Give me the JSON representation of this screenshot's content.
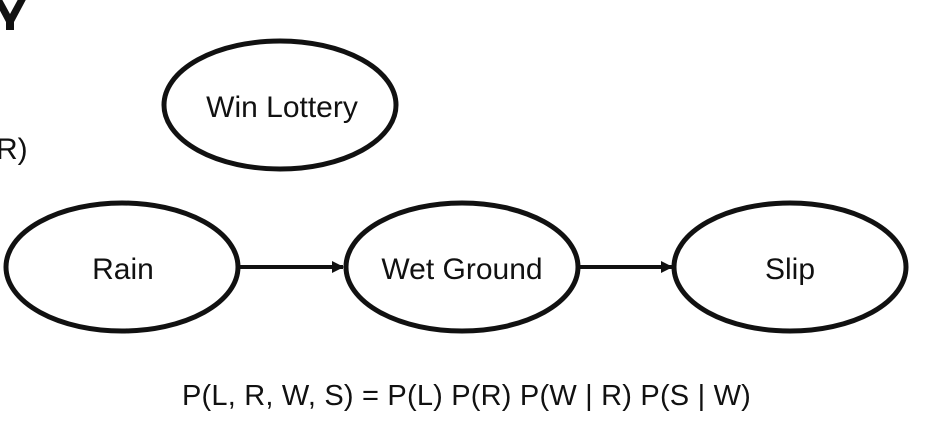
{
  "diagram": {
    "nodes": [
      {
        "id": "L",
        "label": "Win Lottery"
      },
      {
        "id": "R",
        "label": "Rain"
      },
      {
        "id": "W",
        "label": "Wet Ground"
      },
      {
        "id": "S",
        "label": "Slip"
      }
    ],
    "edges": [
      {
        "from": "R",
        "to": "W"
      },
      {
        "from": "W",
        "to": "S"
      }
    ],
    "formula": "P(L, R, W, S) = P(L) P(R) P(W | R) P(S | W)",
    "cut_off_left_text": "R)"
  }
}
